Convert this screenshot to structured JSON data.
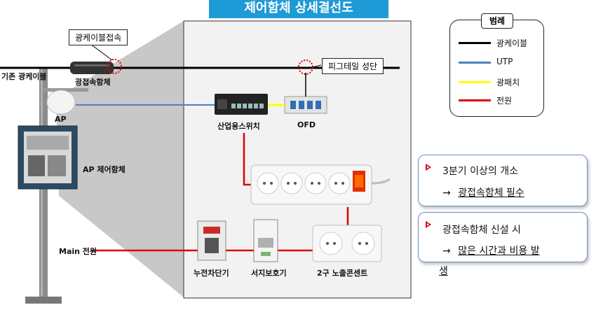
{
  "title": "제어함체 상세결선도",
  "labels": {
    "fiber_joint": "광케이블접속",
    "existing_cable": "기존 광케이블",
    "splice_box": "광접속함체",
    "pigtail": "피그테일 성단",
    "ap": "AP",
    "ap_enclosure": "AP 제어함체",
    "industrial_switch": "산업용스위치",
    "ofd": "OFD",
    "main_power": "Main 전원",
    "breaker": "누전차단기",
    "surge": "서지보호기",
    "outlet": "2구 노출콘센트"
  },
  "legend": {
    "title": "범례",
    "items": [
      {
        "label": "광케이블",
        "color": "#000000"
      },
      {
        "label": "UTP",
        "color": "#4f81bd"
      },
      {
        "label": "광패치",
        "color": "#ffff00"
      },
      {
        "label": "전원",
        "color": "#e00000"
      }
    ]
  },
  "notes": [
    {
      "line1": "3분기 이상의 개소",
      "arrow": "→",
      "line2": "광접속함체 필수"
    },
    {
      "line1": "광접속함체 신설 시",
      "arrow": "→",
      "line2": "많은 시간과 비용 발",
      "line3": "생"
    }
  ],
  "colors": {
    "title_bg": "#1e9ad6",
    "panel_bg": "#f2f2f2",
    "shadow": "#c8c8c8",
    "power": "#e00000",
    "utp": "#4f81bd",
    "fiber": "#000000"
  }
}
